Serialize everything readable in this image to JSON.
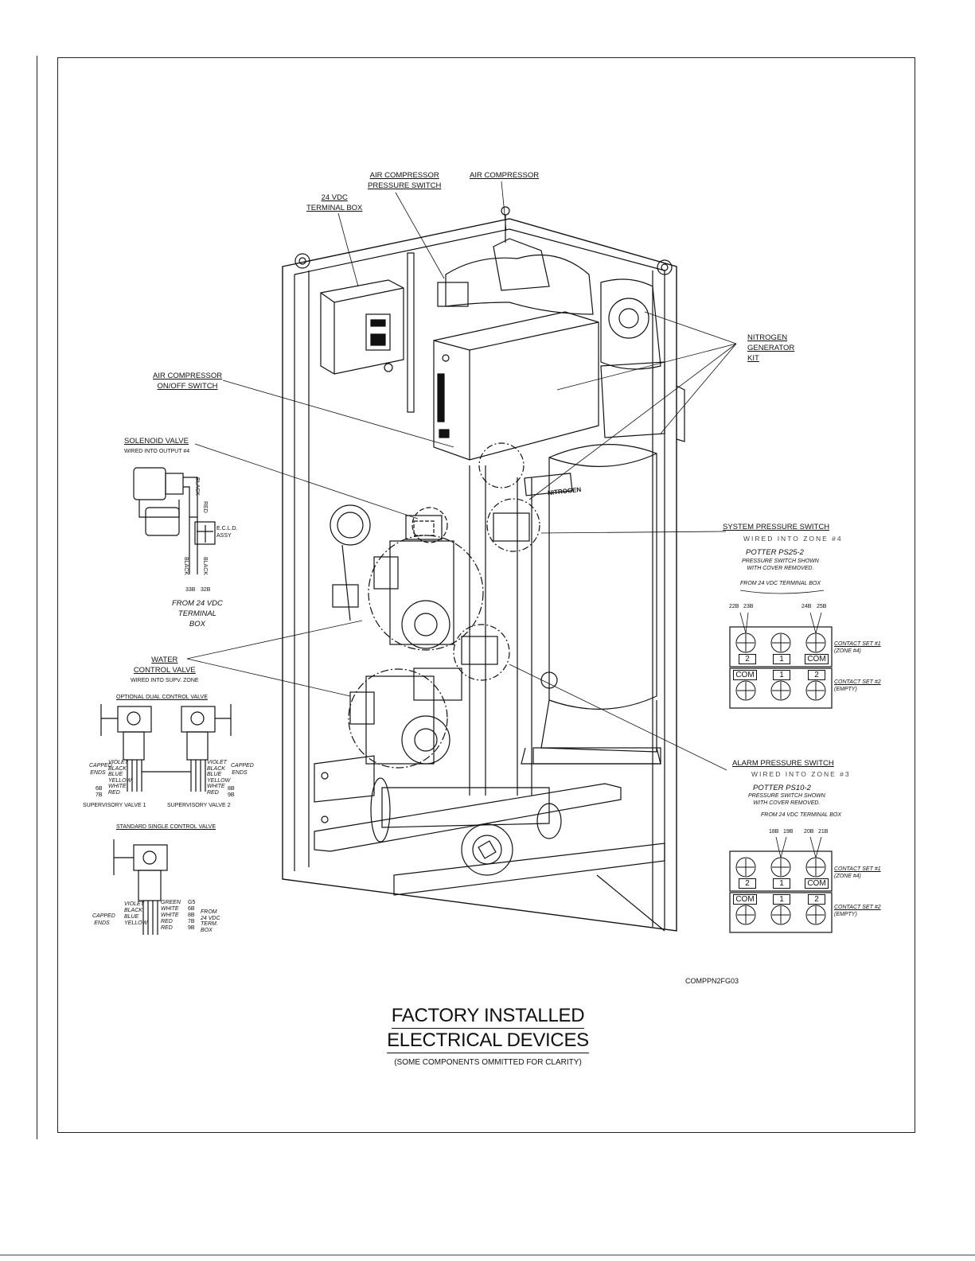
{
  "labels": {
    "air_compressor_pressure_switch": [
      "AIR COMPRESSOR",
      "PRESSURE SWITCH"
    ],
    "air_compressor": "AIR COMPRESSOR",
    "terminal_box_24vdc": [
      "24 VDC",
      "TERMINAL BOX"
    ],
    "nitrogen_generator_kit": [
      "NITROGEN",
      "GENERATOR",
      "KIT"
    ],
    "air_compressor_onoff_switch": [
      "AIR COMPRESSOR",
      "ON/OFF SWITCH"
    ],
    "solenoid_valve": "SOLENOID VALVE",
    "solenoid_valve_note": "WIRED INTO OUTPUT #4",
    "solenoid_wires": [
      "BLACK",
      "RED",
      "BLACK",
      "BLACK"
    ],
    "ecld_assy": [
      "E.C.L.D.",
      "ASSY"
    ],
    "solenoid_terminals": [
      "33B",
      "32B"
    ],
    "from_24vdc_terminal_box": [
      "FROM 24 VDC",
      "TERMINAL",
      "BOX"
    ],
    "water_control_valve": [
      "WATER",
      "CONTROL VALVE"
    ],
    "water_control_valve_note": "WIRED INTO SUPV. ZONE",
    "optional_dual_control_valve": "OPTIONAL DUAL CONTROL VALVE",
    "dual_wires_left": [
      "VIOLET",
      "BLACK",
      "BLUE",
      "YELLOW",
      "WHITE",
      "RED"
    ],
    "dual_wires_right": [
      "VIOLET",
      "BLACK",
      "BLUE",
      "YELLOW",
      "WHITE",
      "RED"
    ],
    "capped_ends": "CAPPED ENDS",
    "dual_terms_left": [
      "6B",
      "7B"
    ],
    "dual_terms_right": [
      "8B",
      "9B"
    ],
    "supervisory_valve_1": "SUPERVISORY VALVE 1",
    "supervisory_valve_2": "SUPERVISORY VALVE 2",
    "standard_single_control_valve": "STANDARD SINGLE CONTROL VALVE",
    "single_wires_left": [
      "VIOLET",
      "BLACK",
      "BLUE",
      "YELLOW"
    ],
    "single_wires_right": [
      "GREEN",
      "WHITE",
      "WHITE",
      "RED",
      "RED"
    ],
    "single_terms": [
      "G5",
      "6B",
      "8B",
      "7B",
      "9B"
    ],
    "single_from": [
      "FROM",
      "24 VDC",
      "TERM.",
      "BOX"
    ],
    "system_pressure_switch": "SYSTEM PRESSURE SWITCH",
    "system_pressure_switch_zone": "WIRED INTO ZONE #4",
    "system_model": "POTTER PS25-2",
    "system_model_note": [
      "PRESSURE SWITCH SHOWN",
      "WITH COVER REMOVED."
    ],
    "system_from": "FROM 24 VDC   TERMINAL   BOX",
    "system_terms": [
      "22B",
      "23B",
      "24B",
      "25B"
    ],
    "alarm_pressure_switch": "ALARM PRESSURE SWITCH",
    "alarm_pressure_switch_zone": "WIRED INTO ZONE #3",
    "alarm_model": "POTTER PS10-2",
    "alarm_model_note": [
      "PRESSURE SWITCH SHOWN",
      "WITH COVER REMOVED."
    ],
    "alarm_from": "FROM 24 VDC   TERMINAL   BOX",
    "alarm_terms": [
      "18B",
      "19B",
      "20B",
      "21B"
    ],
    "contact_row1": [
      "2",
      "1",
      "COM"
    ],
    "contact_row2": [
      "COM",
      "1",
      "2"
    ],
    "contact_set_1": "CONTACT SET #1",
    "contact_set_1_zone_system": "(ZONE #4)",
    "contact_set_1_zone_alarm": "(ZONE #4)",
    "contact_set_2": "CONTACT SET #2",
    "contact_set_2_note": "(EMPTY)",
    "cabinet_nameplate": "NITROGEN"
  },
  "drawing_code": "COMPPN2FG03",
  "title": [
    "FACTORY INSTALLED",
    "ELECTRICAL DEVICES"
  ],
  "subtitle": "(SOME COMPONENTS OMMITTED FOR CLARITY)"
}
